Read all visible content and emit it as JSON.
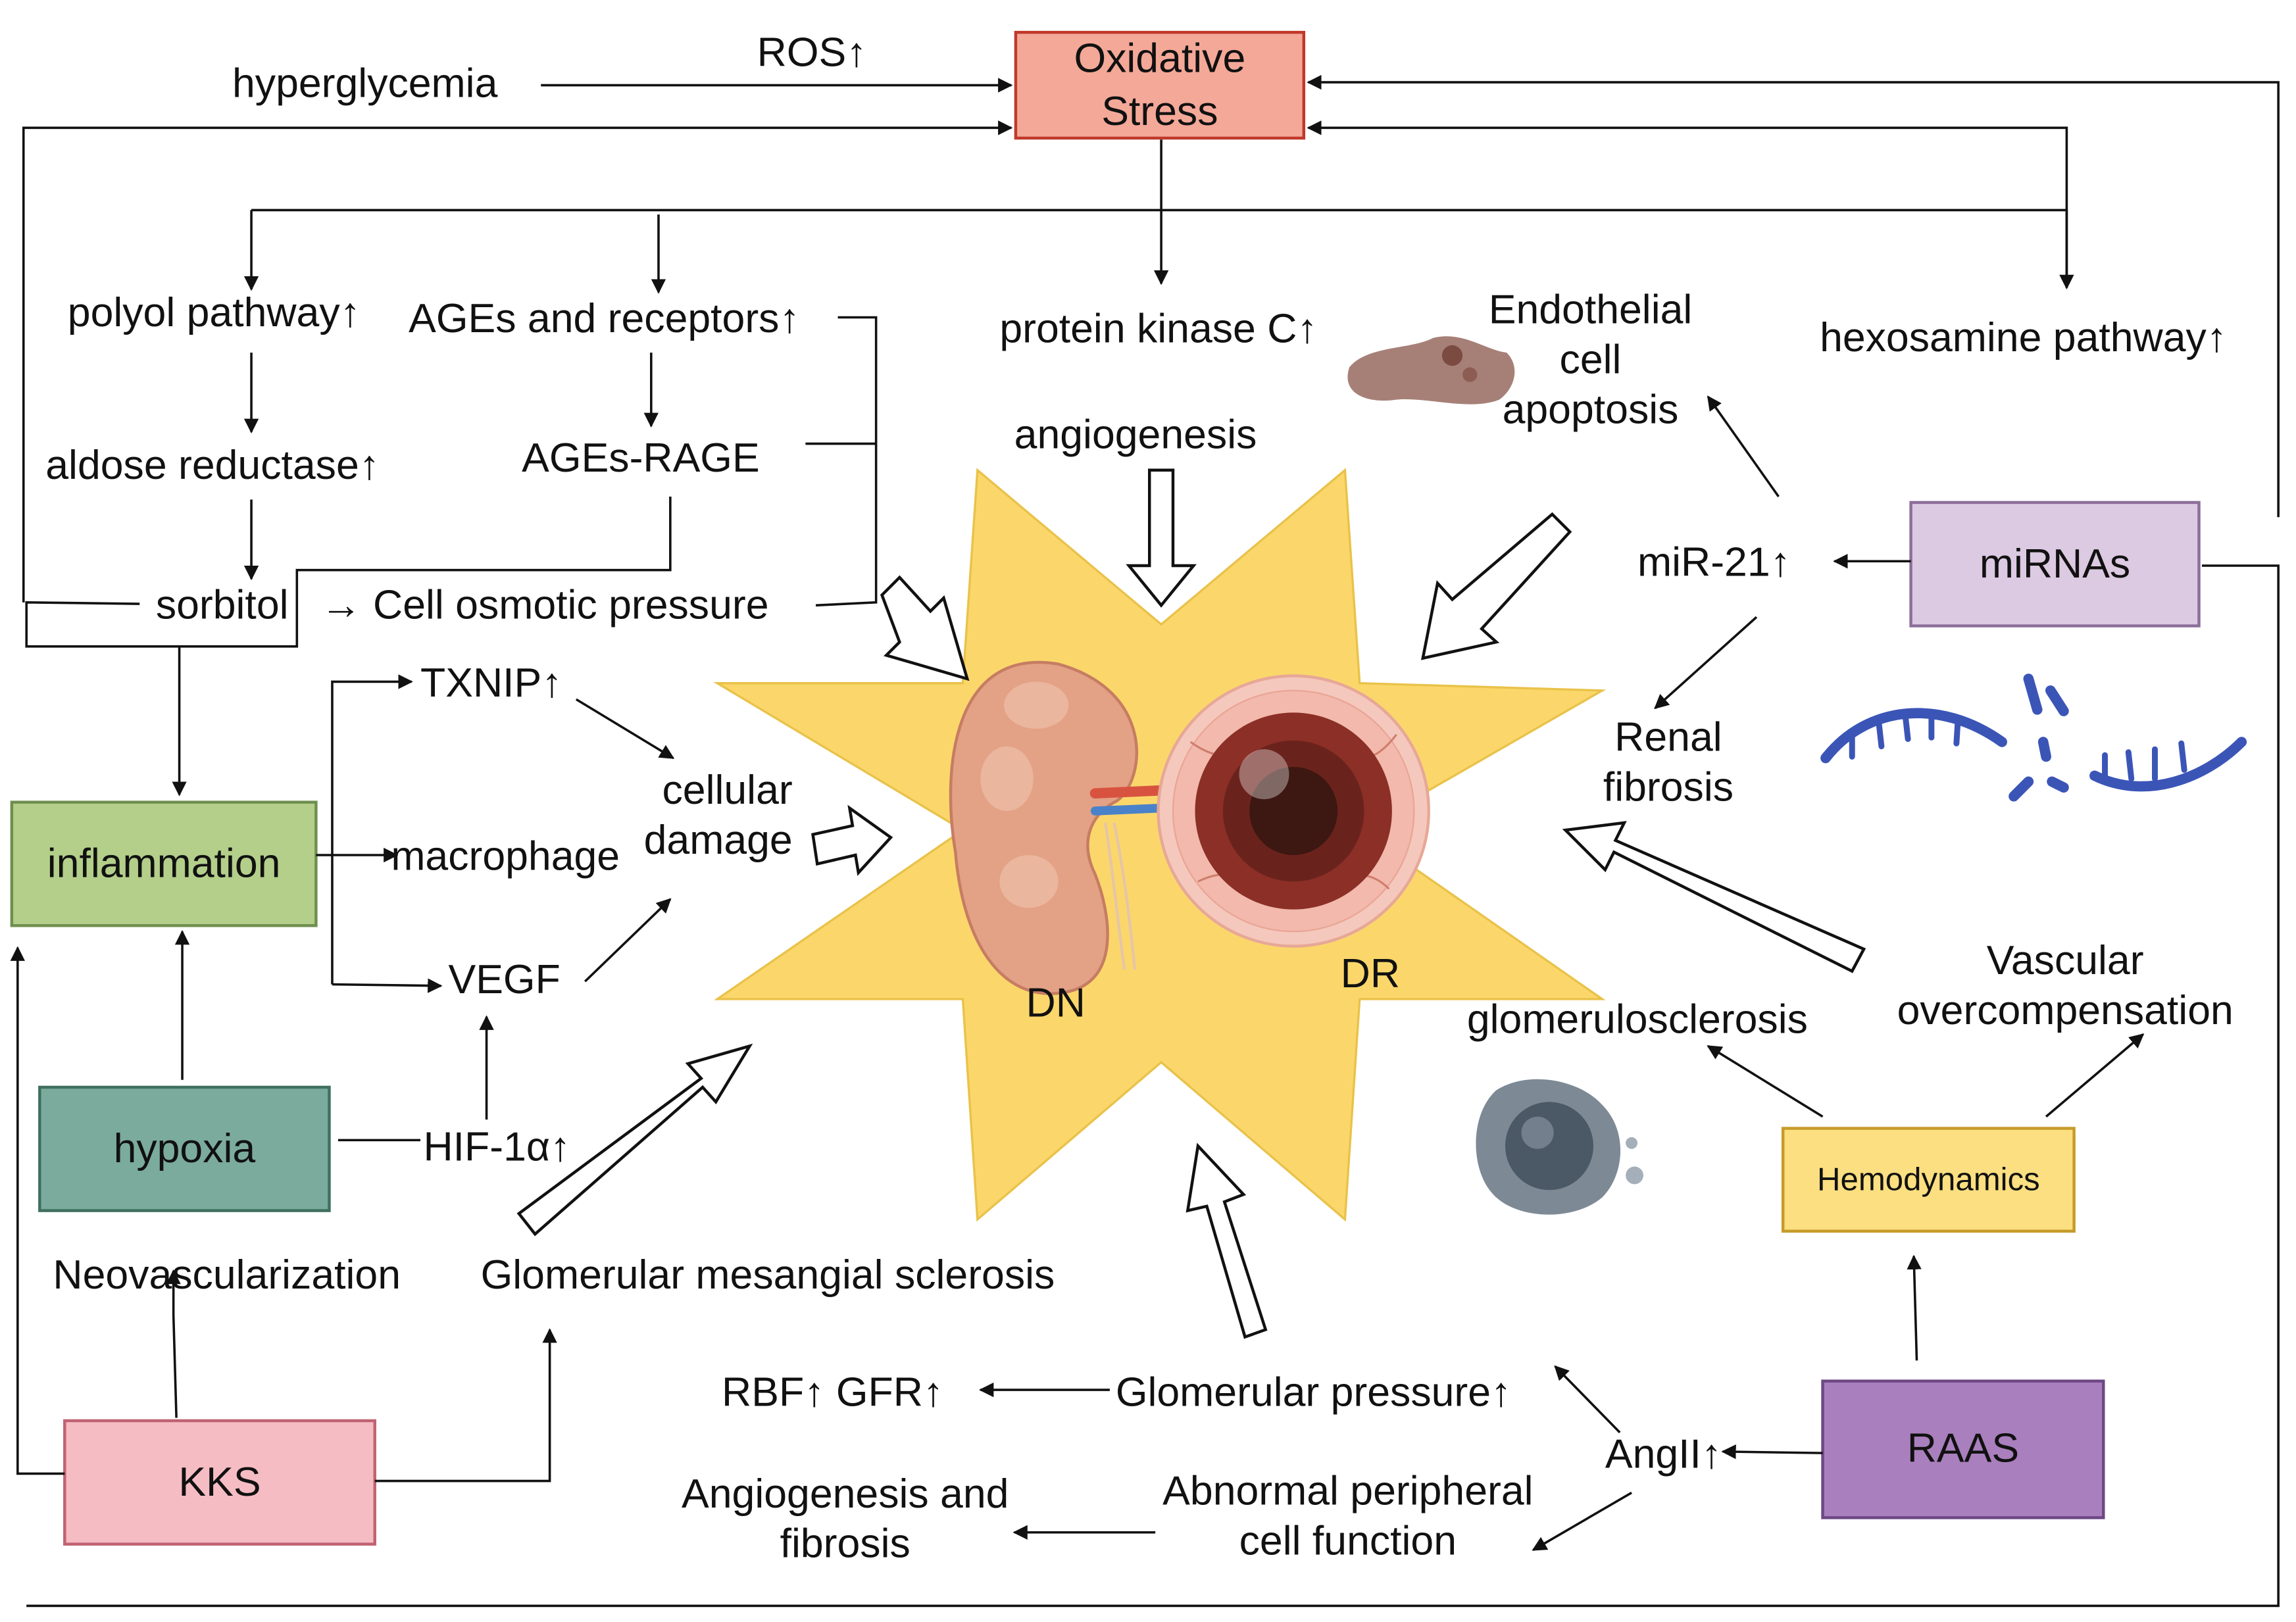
{
  "nodes": {
    "oxidative_stress": "Oxidative\nStress",
    "inflammation": "inflammation",
    "hypoxia": "hypoxia",
    "kks": "KKS",
    "mirnas": "miRNAs",
    "hemodynamics": "Hemodynamics",
    "raas": "RAAS"
  },
  "labels": {
    "hyperglycemia": "hyperglycemia",
    "ros": "ROS↑",
    "polyol_pathway": "polyol pathway↑",
    "ages_receptors": "AGEs and receptors↑",
    "protein_kinase_c": "protein kinase C↑",
    "endothelial_apoptosis": "Endothelial\ncell\napoptosis",
    "hexosamine_pathway": "hexosamine pathway↑",
    "aldose_reductase": "aldose reductase↑",
    "ages_rage": "AGEs-RAGE",
    "angiogenesis": "angiogenesis",
    "sorbitol": "sorbitol",
    "cell_osmotic_pressure": "→ Cell osmotic pressure",
    "mir21": "miR-21↑",
    "txnip": "TXNIP↑",
    "cellular_damage": "cellular\ndamage",
    "macrophage": "macrophage",
    "renal_fibrosis": "Renal\nfibrosis",
    "vegf": "VEGF",
    "dn": "DN",
    "dr": "DR",
    "vascular_overcompensation": "Vascular\novercompensation",
    "glomerulosclerosis": "glomerulosclerosis",
    "hif1a": "HIF-1α↑",
    "neovascularization": "Neovascularization",
    "glomerular_mesangial_sclerosis": "Glomerular mesangial sclerosis",
    "rbf_gfr": "RBF↑ GFR↑",
    "glomerular_pressure": "Glomerular pressure↑",
    "angii": "AngII↑",
    "angiogenesis_fibrosis": "Angiogenesis and\nfibrosis",
    "abnormal_peripheral": "Abnormal peripheral\ncell function"
  },
  "colors": {
    "oxidative_stress": "#f4a898",
    "inflammation": "#b3cf8a",
    "hypoxia": "#7bab9c",
    "kks": "#f6bcc4",
    "mirnas": "#dcc9e2",
    "hemodynamics": "#fbdf80",
    "raas": "#a97fbd",
    "star": "#fbd76b",
    "kidney": "#e3a186",
    "eye_outer": "#f5c8bd"
  },
  "icons": [
    "kidney-icon",
    "eye-icon",
    "cell-debris-icon",
    "dna-strand-icon",
    "cell-icon"
  ]
}
